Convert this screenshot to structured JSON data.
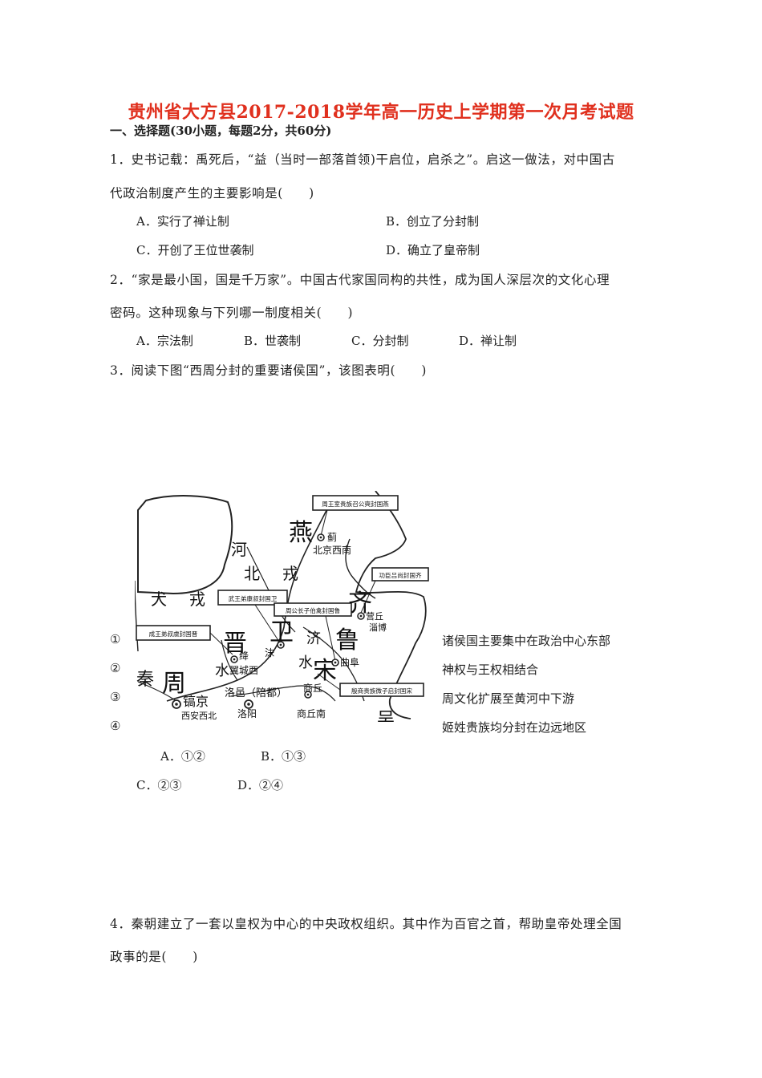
{
  "title": "贵州省大方县2017-2018学年高一历史上学期第一次月考试题",
  "section": "一、选择题(30小题，每题2分，共60分)",
  "q1": {
    "line1": "1．史书记载：禹死后，“益（当时一部落首领)干启位，启杀之”。启这一做法，对中国古",
    "line2": "代政治制度产生的主要影响是(　　)",
    "options": [
      "A．实行了禅让制",
      "B．创立了分封制",
      "C．开创了王位世袭制",
      "D．确立了皇帝制"
    ]
  },
  "q2": {
    "line1": "2．“家是最小国，国是千万家”。中国古代家国同构的共性，成为国人深层次的文化心理",
    "line2": "密码。这种现象与下列哪一制度相关(　　)",
    "options": [
      "A．宗法制",
      "B．世袭制",
      "C．分封制",
      "D．禅让制"
    ]
  },
  "q3": {
    "line1": "3．阅读下图“西周分封的重要诸侯国”，该图表明(　　)",
    "statements": [
      {
        "num": "①",
        "text": "诸侯国主要集中在政治中心东部"
      },
      {
        "num": "②",
        "text": "神权与王权相结合"
      },
      {
        "num": "③",
        "text": "周文化扩展至黄河中下游"
      },
      {
        "num": "④",
        "text": "姬姓贵族均分封在边远地区"
      }
    ],
    "options": [
      "A．①②",
      "B．①③",
      "C．②③",
      "D．②④"
    ]
  },
  "map": {
    "big_labels": {
      "yan": "燕",
      "qi": "齐",
      "wei": "卫",
      "lu": "鲁",
      "jin": "晋",
      "song": "宋",
      "zhou": "周",
      "qin": "秦"
    },
    "region_labels": [
      "河",
      "北",
      "戎",
      "犬",
      "戎",
      "济",
      "水",
      "水"
    ],
    "cities": {
      "ji": "蓟",
      "beijing_sw": "北京西南",
      "yingqiu": "营丘",
      "zibo": "淄博",
      "mo": "沬",
      "qufu": "曲阜",
      "jiang": "绛",
      "yicheng_w": "翼城西",
      "shangqiu": "商丘",
      "shangqiu_s": "商丘南",
      "haojing": "镐京",
      "xian_nw": "西安西北",
      "luoyi": "洛邑（陪都）",
      "luoyang": "洛阳"
    },
    "boxes": {
      "yan": "周王室贵族召公奭封国燕",
      "qi": "功臣吕尚封国齐",
      "wei": "武王弟康叔封国卫",
      "lu": "周公长子伯禽封国鲁",
      "jin": "成王弟叔虞封国晋",
      "song": "殷商贵族微子启封国宋"
    },
    "partial": "吴"
  },
  "q4": {
    "line1": "4．秦朝建立了一套以皇权为中心的中央政权组织。其中作为百官之首，帮助皇帝处理全国",
    "line2": "政事的是(　　)"
  }
}
